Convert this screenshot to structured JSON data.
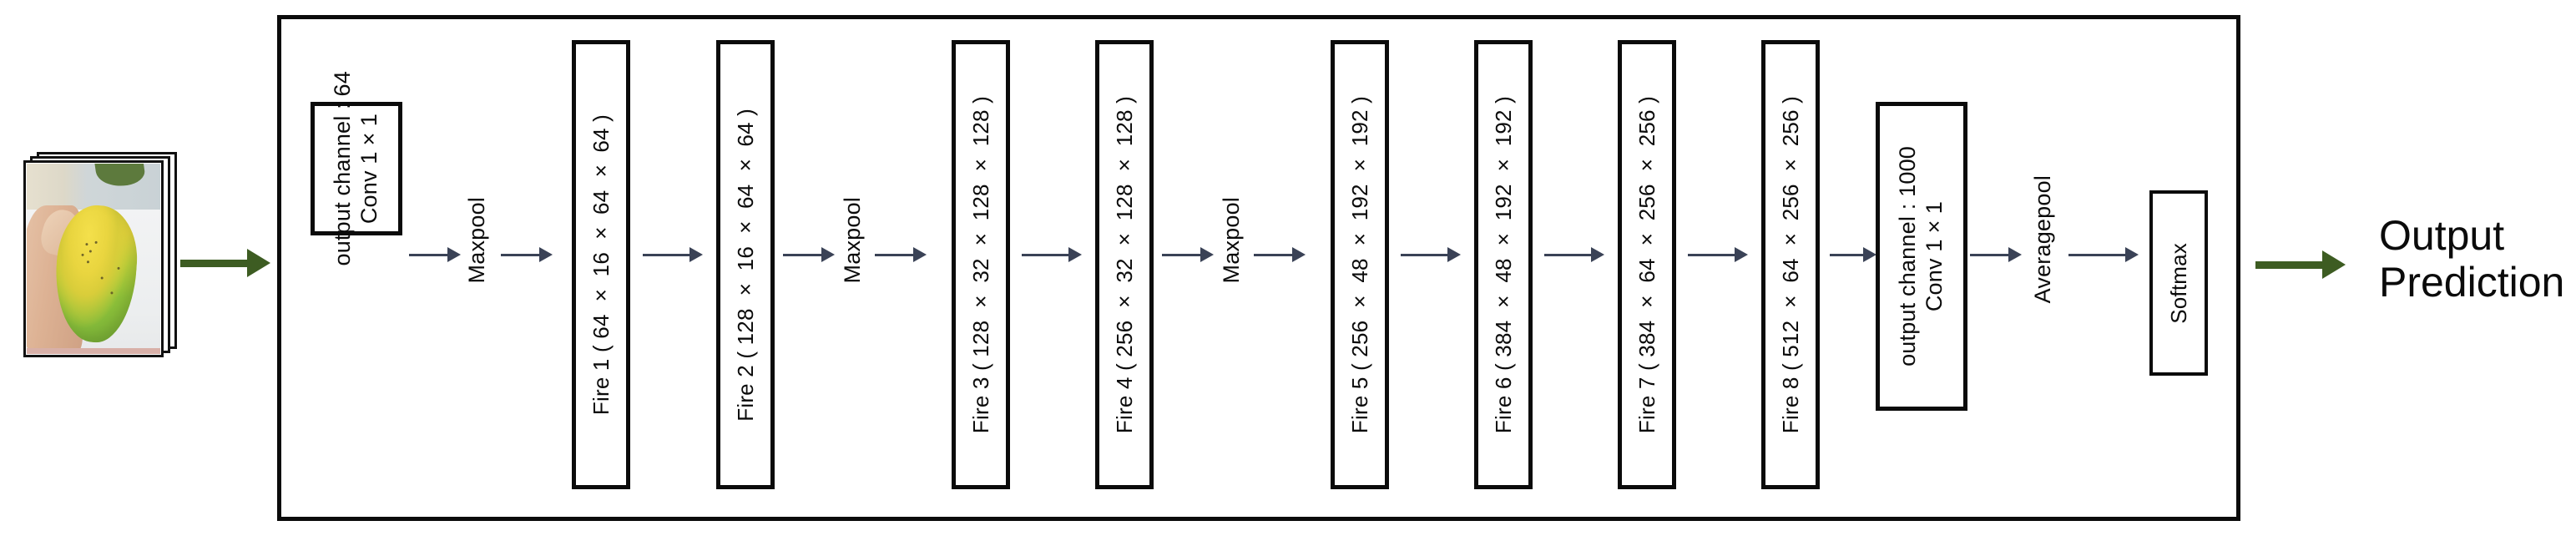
{
  "diagram": {
    "title": "SqueezeNet architecture pipeline",
    "input": {
      "name": "input-image-stack",
      "description": "Photograph of a hand holding a yellow-green mango",
      "frames": 3
    },
    "output": {
      "line1": "Output",
      "line2": "Prediction"
    },
    "colors": {
      "block_border": "#0b0b0b",
      "frame_border": "#0b0b0b",
      "arrow_dark": "#3a4256",
      "arrow_green": "#3d5c22",
      "background": "#ffffff"
    },
    "blocks": [
      {
        "id": "conv1",
        "type": "box",
        "label": "Conv 1×1\noutput channel : 64"
      },
      {
        "id": "pool1",
        "type": "label",
        "label": "Maxpool"
      },
      {
        "id": "fire1",
        "type": "box",
        "label": "Fire 1 ( 64 × 16 × 64 × 64 )"
      },
      {
        "id": "fire2",
        "type": "box",
        "label": "Fire 2 ( 128 × 16 × 64 × 64 )"
      },
      {
        "id": "pool2",
        "type": "label",
        "label": "Maxpool"
      },
      {
        "id": "fire3",
        "type": "box",
        "label": "Fire 3 ( 128 × 32 × 128 × 128 )"
      },
      {
        "id": "fire4",
        "type": "box",
        "label": "Fire 4 ( 256 × 32 × 128 × 128 )"
      },
      {
        "id": "pool3",
        "type": "label",
        "label": "Maxpool"
      },
      {
        "id": "fire5",
        "type": "box",
        "label": "Fire 5 ( 256 × 48 × 192 × 192 )"
      },
      {
        "id": "fire6",
        "type": "box",
        "label": "Fire 6 ( 384 × 48 × 192 × 192 )"
      },
      {
        "id": "fire7",
        "type": "box",
        "label": "Fire 7 ( 384 × 64 × 256 × 256 )"
      },
      {
        "id": "fire8",
        "type": "box",
        "label": "Fire 8 ( 512 × 64 × 256 × 256 )"
      },
      {
        "id": "conv2",
        "type": "box",
        "label": "Conv 1×1\noutput channel : 1000"
      },
      {
        "id": "pool4",
        "type": "label",
        "label": "Averagepool"
      },
      {
        "id": "softmax",
        "type": "box",
        "label": "Softmax"
      }
    ],
    "conv1_lines": {
      "line1": "Conv 1×1",
      "line2": "output channel : 64"
    },
    "conv2_lines": {
      "line1": "Conv 1×1",
      "line2": "output channel : 1000"
    },
    "arrow_count": 16
  }
}
